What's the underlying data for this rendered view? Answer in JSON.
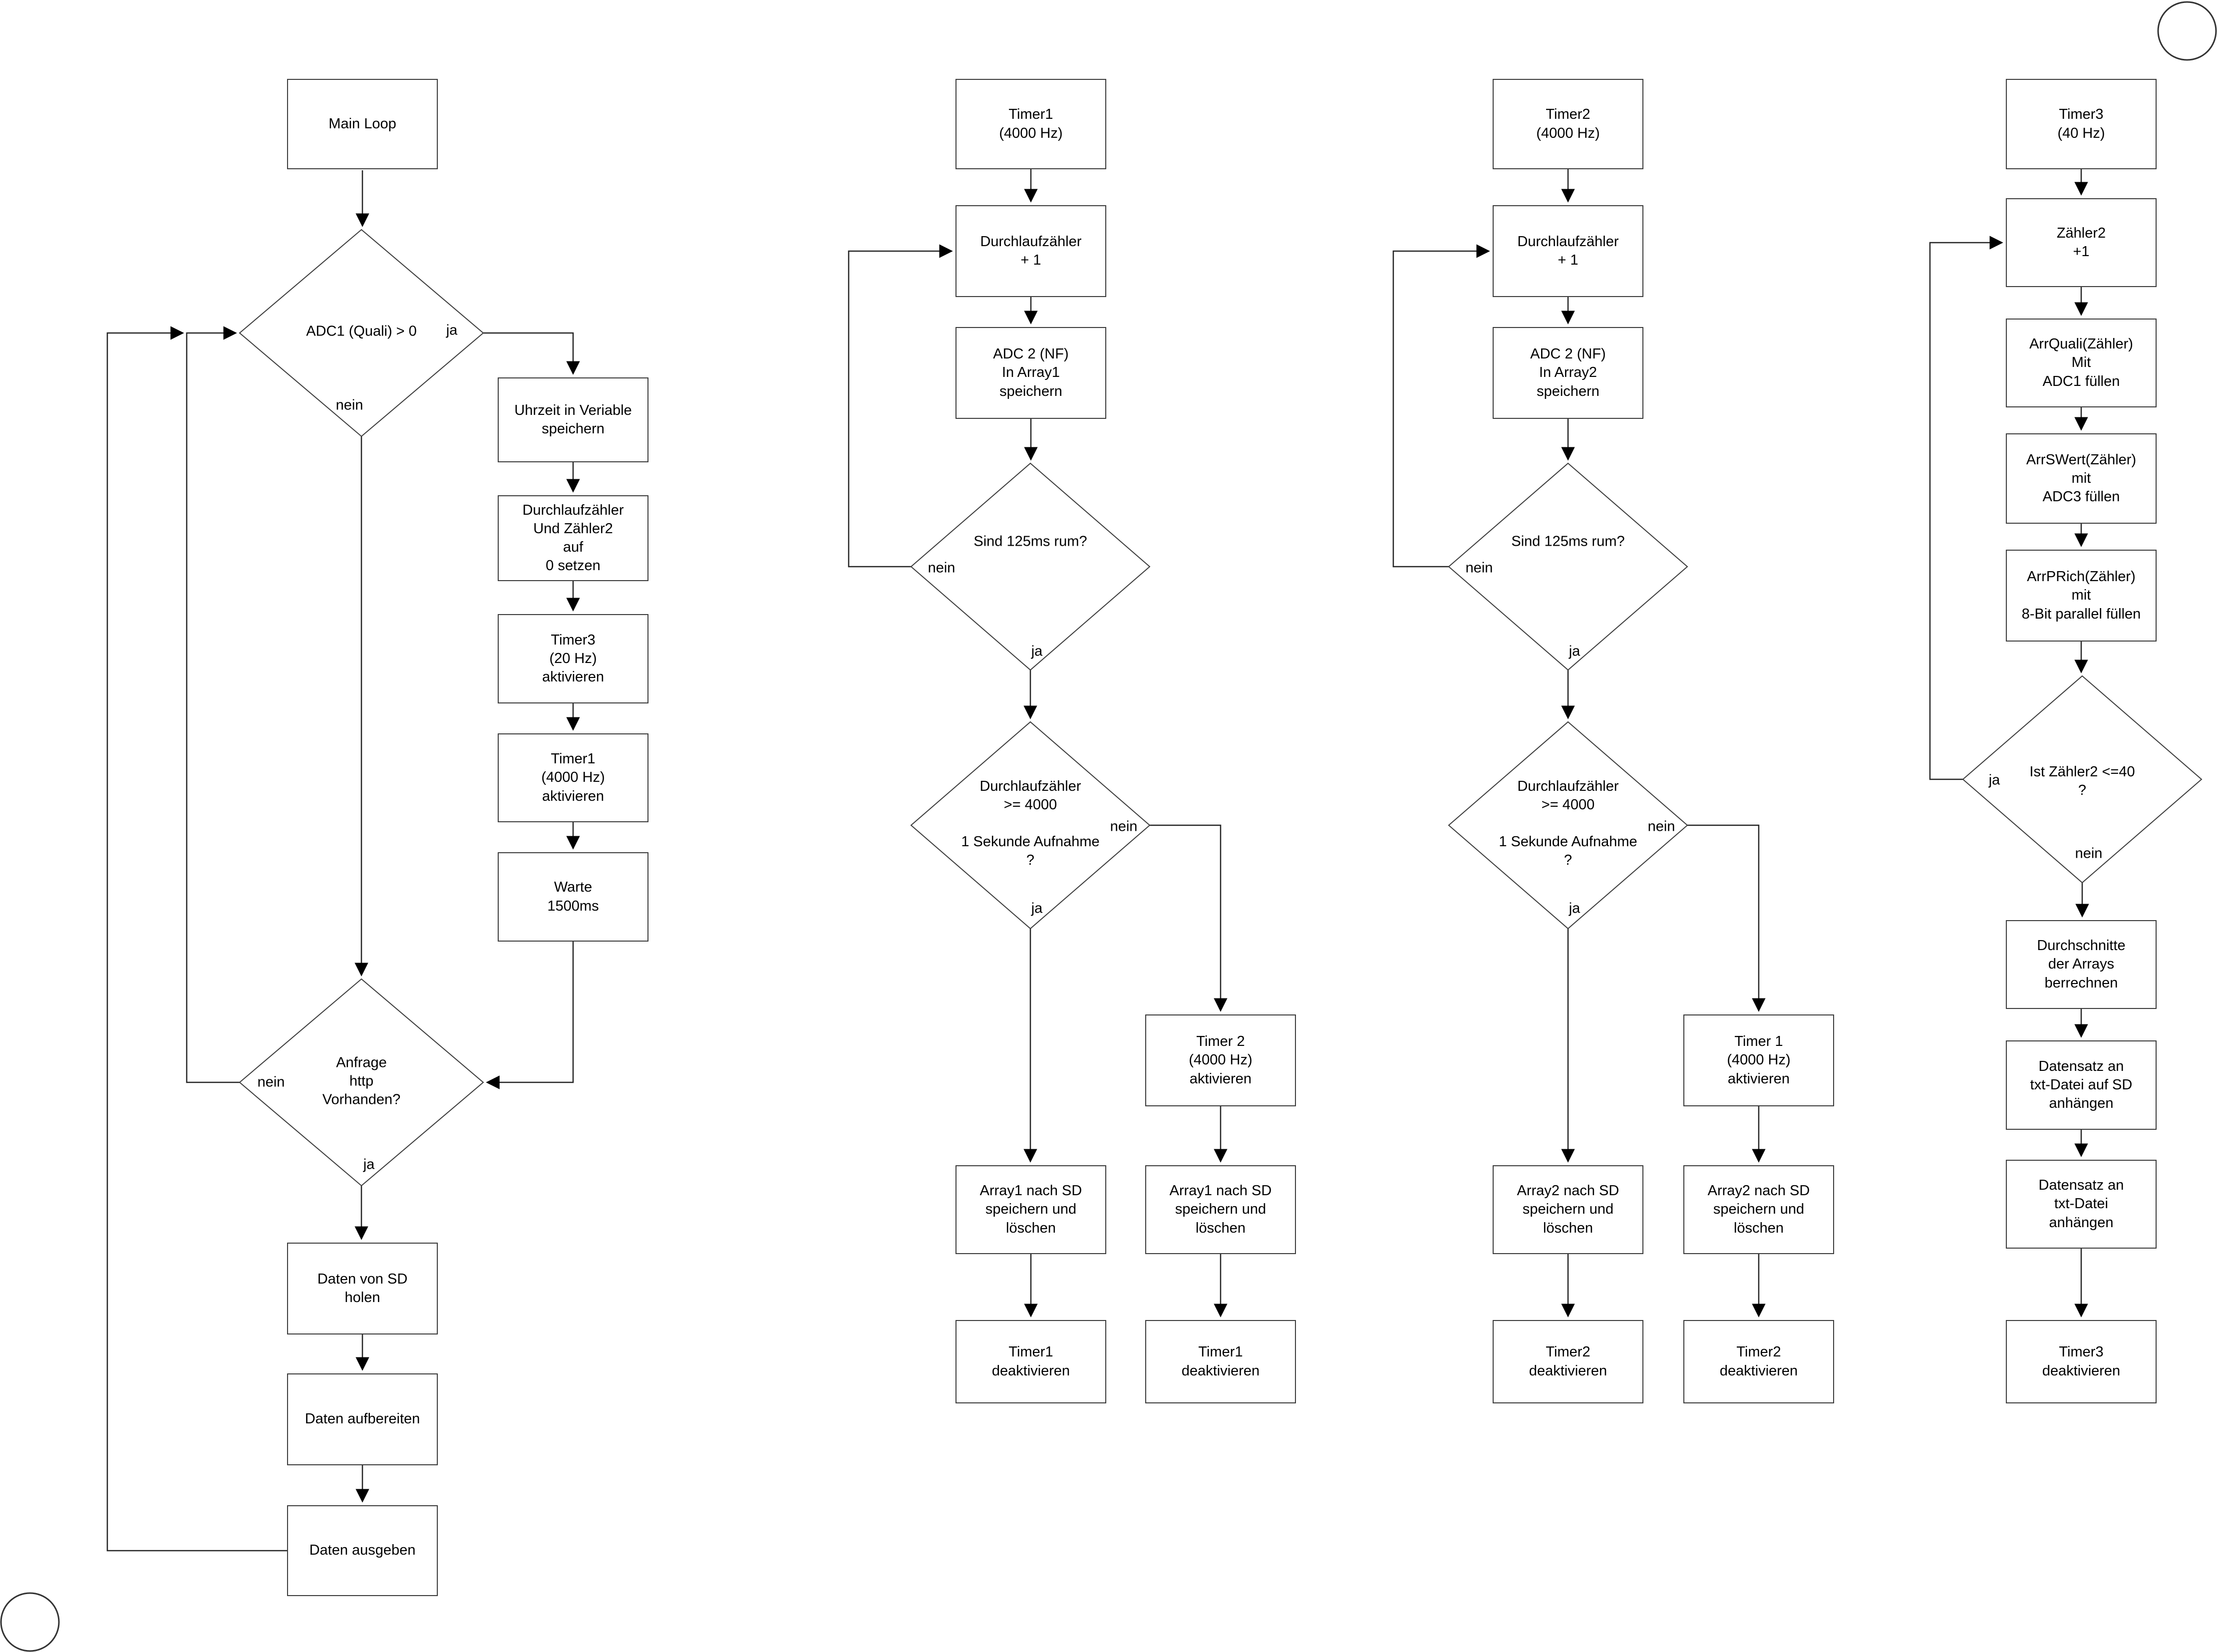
{
  "palette": {
    "background": "#ffffff",
    "line_color": "#262626",
    "box_border_color": "#3d3d3d",
    "arrow_color": "#000000",
    "text_color": "#000000"
  },
  "col1": {
    "main_loop": "Main Loop",
    "adc1_decision": "ADC1 (Quali) > 0",
    "adc1_ja": "ja",
    "adc1_nein": "nein",
    "uhrzeit": "Uhrzeit in Veriable\nspeichern",
    "zaehler_reset": "Durchlaufzähler\nUnd Zähler2\nauf\n0 setzen",
    "timer3_akt": "Timer3\n(20 Hz)\naktivieren",
    "timer1_akt": "Timer1\n(4000 Hz)\naktivieren",
    "warte": "Warte\n1500ms",
    "anfrage_decision": "Anfrage\nhttp\nVorhanden?",
    "anfrage_nein": "nein",
    "anfrage_ja": "ja",
    "daten_holen": "Daten von SD\nholen",
    "daten_aufbereiten": "Daten aufbereiten",
    "daten_ausgeben": "Daten ausgeben"
  },
  "col2": {
    "timer_head": "Timer1\n(4000 Hz)",
    "durchlauf": "Durchlaufzähler\n+ 1",
    "adc_store": "ADC 2 (NF)\nIn Array1\nspeichern",
    "d125": "Sind 125ms rum?",
    "d125_nein": "nein",
    "d125_ja": "ja",
    "d4000": "Durchlaufzähler\n>= 4000\n\n1 Sekunde Aufnahme\n?",
    "d4000_nein": "nein",
    "d4000_ja": "ja",
    "timer_other_akt": "Timer 2\n(4000 Hz)\naktivieren",
    "array_save_left": "Array1 nach SD\nspeichern und\nlöschen",
    "array_save_right": "Array1 nach SD\nspeichern und\nlöschen",
    "timer_deakt_left": "Timer1\ndeaktivieren",
    "timer_deakt_right": "Timer1\ndeaktivieren"
  },
  "col3": {
    "timer_head": "Timer2\n(4000 Hz)",
    "durchlauf": "Durchlaufzähler\n+ 1",
    "adc_store": "ADC 2 (NF)\nIn Array2\nspeichern",
    "d125": "Sind 125ms rum?",
    "d125_nein": "nein",
    "d125_ja": "ja",
    "d4000": "Durchlaufzähler\n>= 4000\n\n1 Sekunde Aufnahme\n?",
    "d4000_nein": "nein",
    "d4000_ja": "ja",
    "timer_other_akt": "Timer 1\n(4000 Hz)\naktivieren",
    "array_save_left": "Array2 nach SD\nspeichern und\nlöschen",
    "array_save_right": "Array2 nach SD\nspeichern und\nlöschen",
    "timer_deakt_left": "Timer2\ndeaktivieren",
    "timer_deakt_right": "Timer2\ndeaktivieren"
  },
  "col4": {
    "timer_head": "Timer3\n(40 Hz)",
    "zaehler2": "Zähler2\n+1",
    "arrquali": "ArrQuali(Zähler)\nMit\nADC1 füllen",
    "arrswert": "ArrSWert(Zähler)\nmit\nADC3 füllen",
    "arrprich": "ArrPRich(Zähler)\nmit\n8-Bit parallel füllen",
    "decision": "Ist Zähler2 <=40\n?",
    "decision_ja": "ja",
    "decision_nein": "nein",
    "durchschnitte": "Durchschnitte\nder Arrays\nberrechnen",
    "datensatz_sd": "Datensatz an\ntxt-Datei auf SD\nanhängen",
    "datensatz_txt": "Datensatz an\ntxt-Datei\nanhängen",
    "timer_deakt": "Timer3\ndeaktivieren"
  }
}
